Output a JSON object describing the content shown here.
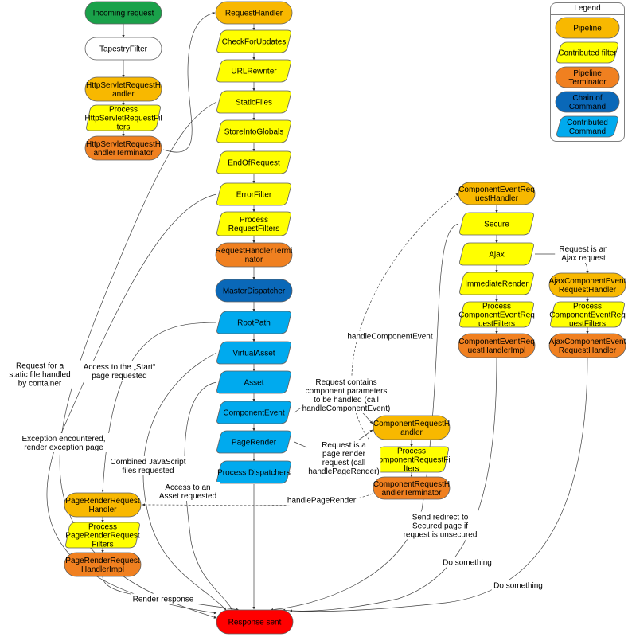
{
  "legend": {
    "title": "Legend",
    "items": [
      {
        "label": "Pipeline",
        "kind": "pipeline"
      },
      {
        "label": "Contributed filter",
        "kind": "filter"
      },
      {
        "label": "Pipeline Terminator",
        "kind": "terminator"
      },
      {
        "label": "Chain of Command",
        "kind": "chain"
      },
      {
        "label": "Contributed Command",
        "kind": "command"
      }
    ]
  },
  "colors": {
    "start": "#1aa14a",
    "plain": "#ffffff",
    "pipeline": "#f8b800",
    "filter": "#ffff00",
    "terminator": "#f08020",
    "chain": "#0a68b8",
    "command": "#00aaee",
    "end": "#ff0000",
    "stroke": "#606060",
    "edge": "#404040"
  },
  "nodes": [
    {
      "id": "incoming",
      "label": "Incoming request",
      "kind": "start"
    },
    {
      "id": "tapestryfilter",
      "label": "TapestryFilter",
      "kind": "plain"
    },
    {
      "id": "hsrh",
      "label": "HttpServletRequestH|andler",
      "kind": "pipeline"
    },
    {
      "id": "hsrf",
      "label": "Process|HttpServletRequestFil|ters",
      "kind": "filter"
    },
    {
      "id": "hsrt",
      "label": "HttpServletRequestH|andlerTerminator",
      "kind": "terminator"
    },
    {
      "id": "rh",
      "label": "RequestHandler",
      "kind": "pipeline"
    },
    {
      "id": "checkupdates",
      "label": "CheckForUpdates",
      "kind": "filter"
    },
    {
      "id": "urlrewriter",
      "label": "URLRewriter",
      "kind": "filter"
    },
    {
      "id": "staticfiles",
      "label": "StaticFiles",
      "kind": "filter"
    },
    {
      "id": "storeglobals",
      "label": "StoreIntoGlobals",
      "kind": "filter"
    },
    {
      "id": "endofrequest",
      "label": "EndOfRequest",
      "kind": "filter"
    },
    {
      "id": "errorfilter",
      "label": "ErrorFilter",
      "kind": "filter"
    },
    {
      "id": "prf",
      "label": "Process|RequestFilters",
      "kind": "filter"
    },
    {
      "id": "rht",
      "label": "RequestHandlerTermi|nator",
      "kind": "terminator"
    },
    {
      "id": "masterdispatcher",
      "label": "MasterDispatcher",
      "kind": "chain"
    },
    {
      "id": "rootpath",
      "label": "RootPath",
      "kind": "command"
    },
    {
      "id": "virtualasset",
      "label": "VirtualAsset",
      "kind": "command"
    },
    {
      "id": "asset",
      "label": "Asset",
      "kind": "command"
    },
    {
      "id": "componentevent",
      "label": "ComponentEvent",
      "kind": "command"
    },
    {
      "id": "pagerender",
      "label": "PageRender",
      "kind": "command"
    },
    {
      "id": "processdispatchers",
      "label": "Process Dispatchers",
      "kind": "command"
    },
    {
      "id": "crh",
      "label": "ComponentRequestH|andler",
      "kind": "pipeline"
    },
    {
      "id": "crf",
      "label": "Process|ComponentRequestFi|lters",
      "kind": "filter"
    },
    {
      "id": "crt",
      "label": "ComponentRequestH|andlerTerminator",
      "kind": "terminator"
    },
    {
      "id": "prh",
      "label": "PageRenderRequest|Handler",
      "kind": "pipeline"
    },
    {
      "id": "prrf",
      "label": "Process|PageRenderRequest|Filters",
      "kind": "filter"
    },
    {
      "id": "prhi",
      "label": "PageRenderRequest|HandlerImpl",
      "kind": "terminator"
    },
    {
      "id": "cerh",
      "label": "ComponentEventReq|uestHandler",
      "kind": "pipeline"
    },
    {
      "id": "secure",
      "label": "Secure",
      "kind": "filter"
    },
    {
      "id": "ajax",
      "label": "Ajax",
      "kind": "filter"
    },
    {
      "id": "immediaterender",
      "label": "ImmediateRender",
      "kind": "filter"
    },
    {
      "id": "cerf",
      "label": "Process|ComponentEventReq|uestFilters",
      "kind": "filter"
    },
    {
      "id": "cerhi",
      "label": "ComponentEventReq|uestHandlerImpl",
      "kind": "terminator"
    },
    {
      "id": "acerh",
      "label": "AjaxComponentEvent|RequestHandler",
      "kind": "pipeline"
    },
    {
      "id": "acerf",
      "label": "Process|ComponentEventReq|uestFilters",
      "kind": "filter"
    },
    {
      "id": "acert",
      "label": "AjaxComponentEvent|RequestHandler",
      "kind": "terminator"
    },
    {
      "id": "response",
      "label": "Response sent",
      "kind": "end"
    }
  ],
  "edge_labels": [
    {
      "id": "static-file",
      "text": "Request for a|static file handled|by container"
    },
    {
      "id": "exception",
      "text": "Exception encountered,|render exception page"
    },
    {
      "id": "start-page",
      "text": "Access to the „Start“|page requested"
    },
    {
      "id": "combined-js",
      "text": "Combined JavaScript|files requested"
    },
    {
      "id": "asset-req",
      "text": "Access to an|Asset requested"
    },
    {
      "id": "component-params",
      "text": "Request contains|component parameters|to be handled (call|handleComponentEvent)"
    },
    {
      "id": "page-render-req",
      "text": "Request is a|page render|request (call|handlePageRender)"
    },
    {
      "id": "handle-page-render",
      "text": "handlePageRender"
    },
    {
      "id": "handle-component-event",
      "text": "handleComponentEvent"
    },
    {
      "id": "ajax-req",
      "text": "Request is an|Ajax request"
    },
    {
      "id": "secure-redirect",
      "text": "Send redirect to|Secured page if|request is unsecured"
    },
    {
      "id": "do-something-1",
      "text": "Do something"
    },
    {
      "id": "do-something-2",
      "text": "Do something"
    },
    {
      "id": "render-response",
      "text": "Render response"
    }
  ]
}
